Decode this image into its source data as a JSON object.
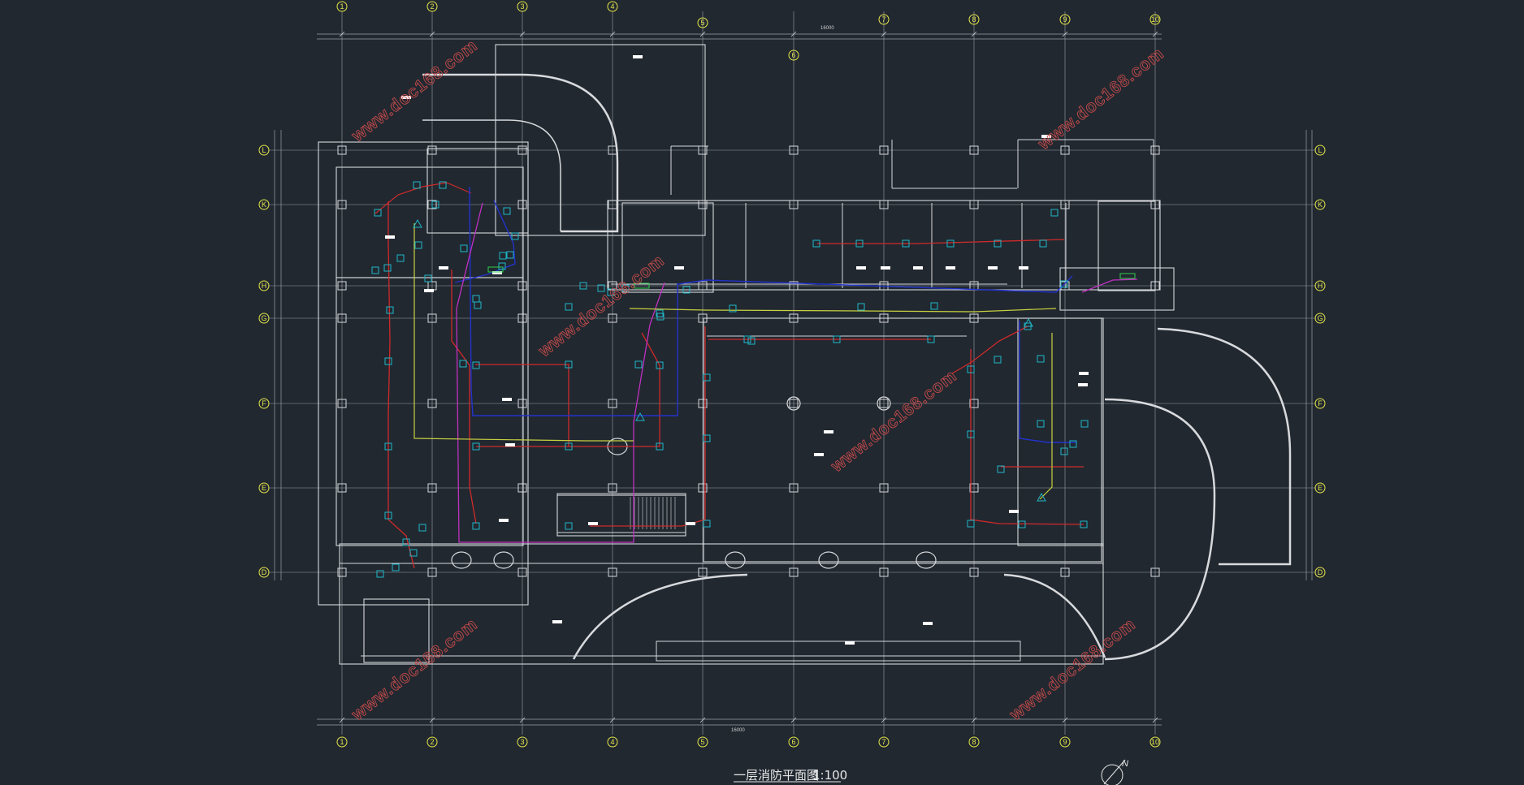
{
  "drawing": {
    "title": "一层消防平面图",
    "scale": "1:100",
    "north_label": "N",
    "overall_dimension": "16000",
    "watermark": "www.doc168.com"
  },
  "axes": {
    "vertical": [
      "1",
      "2",
      "3",
      "4",
      "5",
      "6",
      "7",
      "8",
      "9",
      "10"
    ],
    "horizontal": [
      "L",
      "K",
      "H",
      "G",
      "F",
      "E",
      "D"
    ]
  },
  "colors": {
    "background": "#212830",
    "grid": "#9aa0a8",
    "wall": "#d7d9dc",
    "pipe_red": "#d02a2a",
    "pipe_blue": "#2233cc",
    "pipe_magenta": "#c030c0",
    "pipe_yellow": "#c8d040",
    "device_cyan": "#1fb7c7",
    "axis_bubble": "#e6e64a",
    "watermark": "#c24a4a"
  }
}
